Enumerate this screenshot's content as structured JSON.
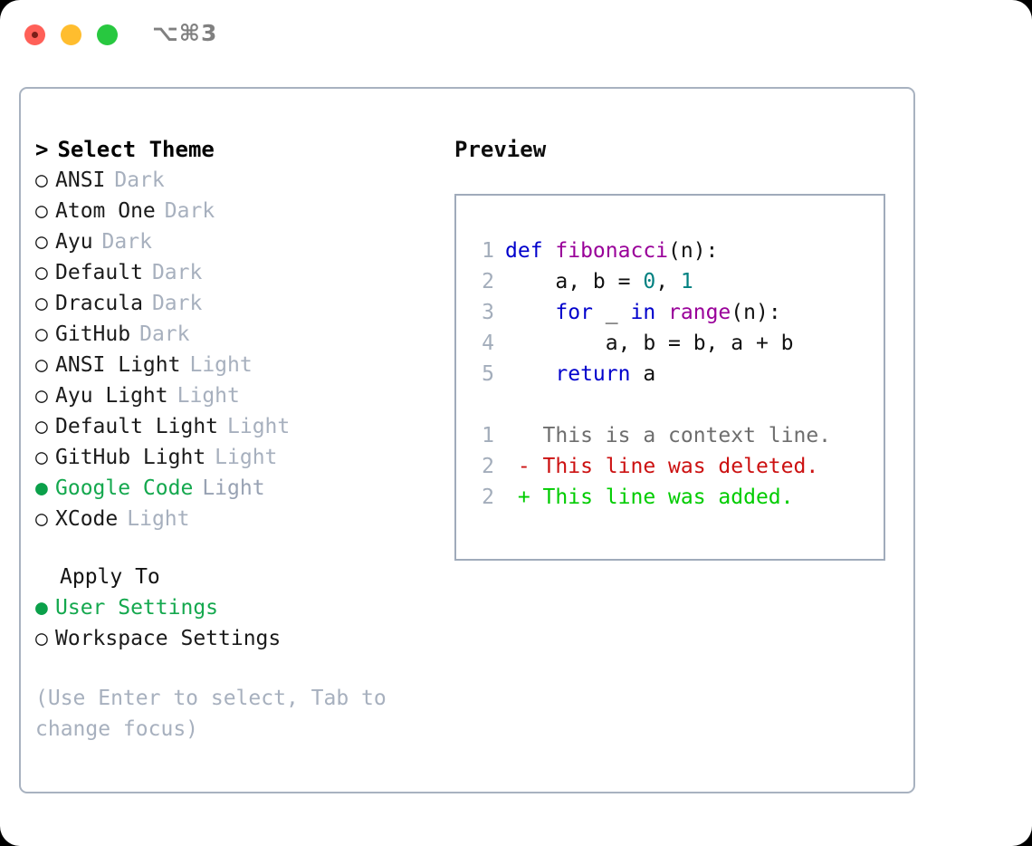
{
  "window": {
    "title": "⌥⌘3",
    "traffic_lights": [
      {
        "name": "close",
        "color": "#ff6058"
      },
      {
        "name": "minimize",
        "color": "#ffbd2e"
      },
      {
        "name": "maximize",
        "color": "#28c840"
      }
    ]
  },
  "theme_picker": {
    "title": "Select Theme",
    "caret": ">",
    "bullet_unselected": "○",
    "bullet_selected": "●",
    "items": [
      {
        "name": "ANSI",
        "tag": "Dark",
        "selected": false
      },
      {
        "name": "Atom One",
        "tag": "Dark",
        "selected": false
      },
      {
        "name": "Ayu",
        "tag": "Dark",
        "selected": false
      },
      {
        "name": "Default",
        "tag": "Dark",
        "selected": false
      },
      {
        "name": "Dracula",
        "tag": "Dark",
        "selected": false
      },
      {
        "name": "GitHub",
        "tag": "Dark",
        "selected": false
      },
      {
        "name": "ANSI Light",
        "tag": "Light",
        "selected": false
      },
      {
        "name": "Ayu Light",
        "tag": "Light",
        "selected": false
      },
      {
        "name": "Default Light",
        "tag": "Light",
        "selected": false
      },
      {
        "name": "GitHub Light",
        "tag": "Light",
        "selected": false
      },
      {
        "name": "Google Code",
        "tag": "Light",
        "selected": true
      },
      {
        "name": "XCode",
        "tag": "Light",
        "selected": false
      }
    ]
  },
  "apply_to": {
    "title": "Apply To",
    "options": [
      {
        "name": "User Settings",
        "selected": true
      },
      {
        "name": "Workspace Settings",
        "selected": false
      }
    ]
  },
  "help_text": "(Use Enter to select, Tab to change focus)",
  "preview": {
    "title": "Preview",
    "code_lines": [
      {
        "num": "1",
        "tokens": [
          {
            "t": "def ",
            "c": "kw"
          },
          {
            "t": "fibonacci",
            "c": "fn"
          },
          {
            "t": "(n):",
            "c": "pl"
          }
        ]
      },
      {
        "num": "2",
        "tokens": [
          {
            "t": "    a, b = ",
            "c": "pl"
          },
          {
            "t": "0",
            "c": "num"
          },
          {
            "t": ", ",
            "c": "pl"
          },
          {
            "t": "1",
            "c": "num"
          }
        ]
      },
      {
        "num": "3",
        "tokens": [
          {
            "t": "    ",
            "c": "pl"
          },
          {
            "t": "for",
            "c": "kw"
          },
          {
            "t": " _ ",
            "c": "pl"
          },
          {
            "t": "in",
            "c": "kw"
          },
          {
            "t": " ",
            "c": "pl"
          },
          {
            "t": "range",
            "c": "fn"
          },
          {
            "t": "(n):",
            "c": "pl"
          }
        ]
      },
      {
        "num": "4",
        "tokens": [
          {
            "t": "        a, b = b, a + b",
            "c": "pl"
          }
        ]
      },
      {
        "num": "5",
        "tokens": [
          {
            "t": "    ",
            "c": "pl"
          },
          {
            "t": "return",
            "c": "kw"
          },
          {
            "t": " a",
            "c": "pl"
          }
        ]
      }
    ],
    "diff_lines": [
      {
        "num": "1",
        "marker": " ",
        "text": "This is a context line.",
        "kind": "diff-ctx"
      },
      {
        "num": "2",
        "marker": "-",
        "text": "This line was deleted.",
        "kind": "diff-del"
      },
      {
        "num": "2",
        "marker": "+",
        "text": "This line was added.",
        "kind": "diff-add"
      }
    ]
  },
  "colors": {
    "accent_green": "#14a84e",
    "panel_border": "#a8b2c0",
    "muted": "#a7b0be",
    "keyword": "#0000cc",
    "function": "#990099",
    "number": "#008080",
    "diff_delete": "#cc1111",
    "diff_add": "#00cc00"
  }
}
